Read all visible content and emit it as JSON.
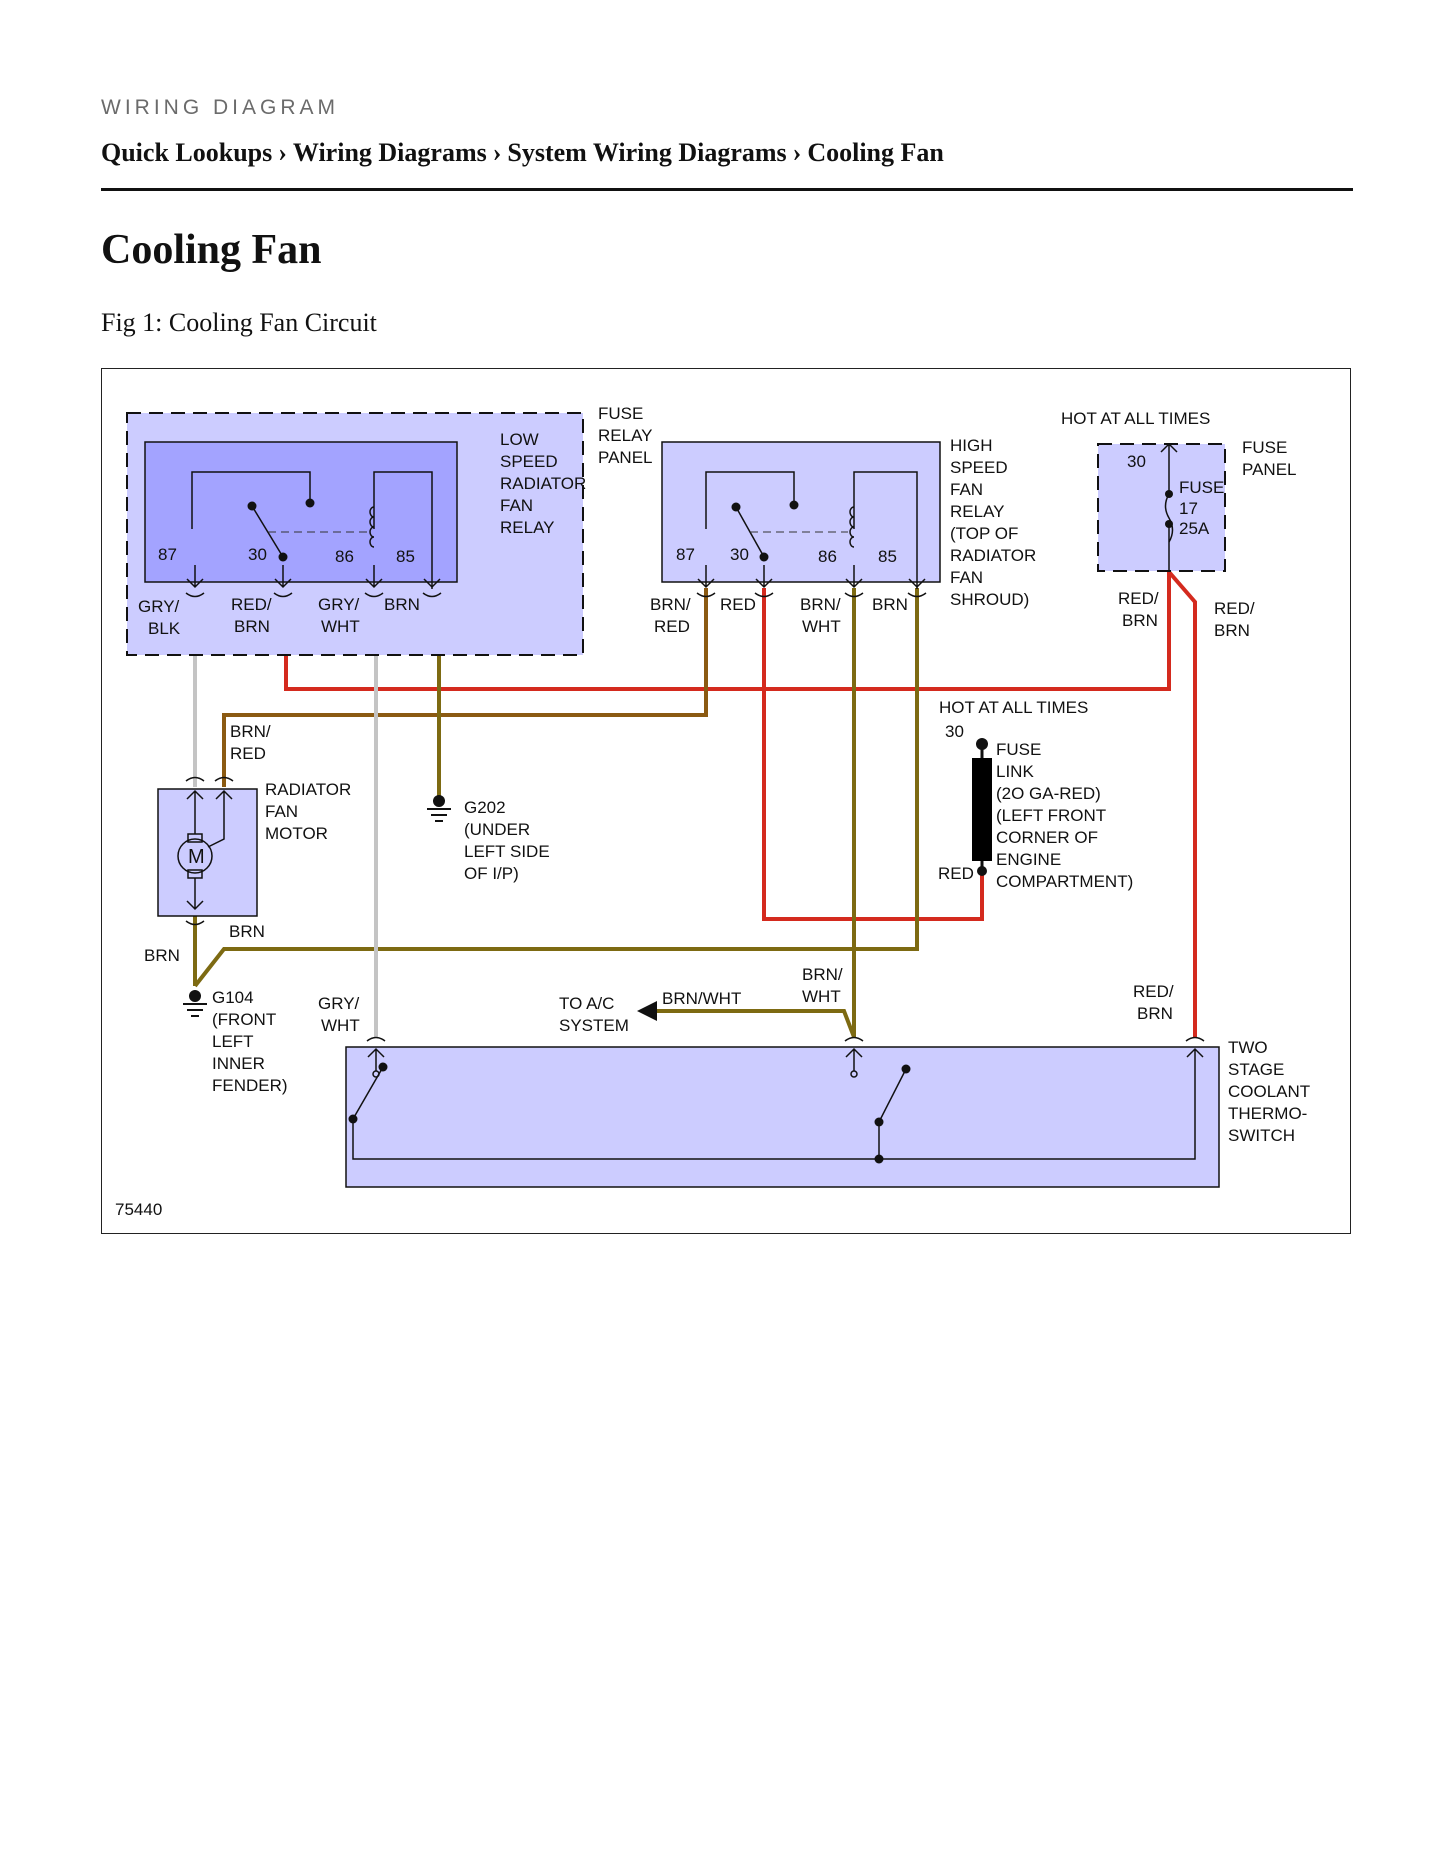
{
  "header": {
    "kicker": "WIRING DIAGRAM",
    "breadcrumb": [
      "Quick Lookups",
      "Wiring Diagrams",
      "System Wiring Diagrams",
      "Cooling Fan"
    ],
    "separator": "›"
  },
  "page_title": "Cooling Fan",
  "figure_caption": "Fig 1: Cooling Fan Circuit",
  "diagram": {
    "colors": {
      "red": "#d42a1e",
      "brown": "#8b5a12",
      "olive": "#7d6a12",
      "gray": "#c4c4c4",
      "component_fill": "#ccccff",
      "relay_inner_fill": "#a3a3ff"
    },
    "low_relay": {
      "label": [
        "LOW",
        "SPEED",
        "RADIATOR",
        "FAN",
        "RELAY"
      ],
      "panel_label": [
        "FUSE",
        "RELAY",
        "PANEL"
      ],
      "pins": [
        "87",
        "30",
        "86",
        "85"
      ],
      "wires": [
        [
          "GRY/",
          "BLK"
        ],
        [
          "RED/",
          "BRN"
        ],
        [
          "GRY/",
          "WHT"
        ],
        [
          "BRN"
        ]
      ]
    },
    "high_relay": {
      "label": [
        "HIGH",
        "SPEED",
        "FAN",
        "RELAY",
        "(TOP OF",
        "RADIATOR",
        "FAN",
        "SHROUD)"
      ],
      "pins": [
        "87",
        "30",
        "86",
        "85"
      ],
      "wires": [
        [
          "BRN/",
          "RED"
        ],
        [
          "RED"
        ],
        [
          "BRN/",
          "WHT"
        ],
        [
          "BRN"
        ]
      ]
    },
    "fuse_panel": {
      "hot_label": "HOT AT ALL TIMES",
      "pin": "30",
      "panel_label": [
        "FUSE",
        "PANEL"
      ],
      "fuse_label": [
        "FUSE",
        "17",
        "25A"
      ],
      "wire_left": [
        "RED/",
        "BRN"
      ],
      "wire_right": [
        "RED/",
        "BRN"
      ]
    },
    "fuse_link": {
      "hot_label": "HOT AT ALL TIMES",
      "pin": "30",
      "label": [
        "FUSE",
        "LINK",
        "(2O GA-RED)",
        "(LEFT FRONT",
        "CORNER OF",
        "ENGINE",
        "COMPARTMENT)"
      ],
      "wire": "RED"
    },
    "motor": {
      "label": [
        "RADIATOR",
        "FAN",
        "MOTOR"
      ],
      "symbol": "M",
      "wire_top": [
        "BRN/",
        "RED"
      ],
      "wire_bottom": "BRN",
      "wire_ground": "BRN"
    },
    "g202": {
      "label": [
        "G202",
        "(UNDER",
        "LEFT SIDE",
        "OF I/P)"
      ]
    },
    "g104": {
      "label": [
        "G104",
        "(FRONT",
        "LEFT",
        "INNER",
        "FENDER)"
      ]
    },
    "thermo_switch": {
      "label": [
        "TWO",
        "STAGE",
        "COOLANT",
        "THERMO-",
        "SWITCH"
      ],
      "wire_left": [
        "GRY/",
        "WHT"
      ],
      "wire_mid": [
        "BRN/",
        "WHT"
      ],
      "wire_right": [
        "RED/",
        "BRN"
      ]
    },
    "ac": {
      "label": [
        "TO A/C",
        "SYSTEM"
      ],
      "wire": "BRN/WHT"
    },
    "figure_id": "75440"
  }
}
